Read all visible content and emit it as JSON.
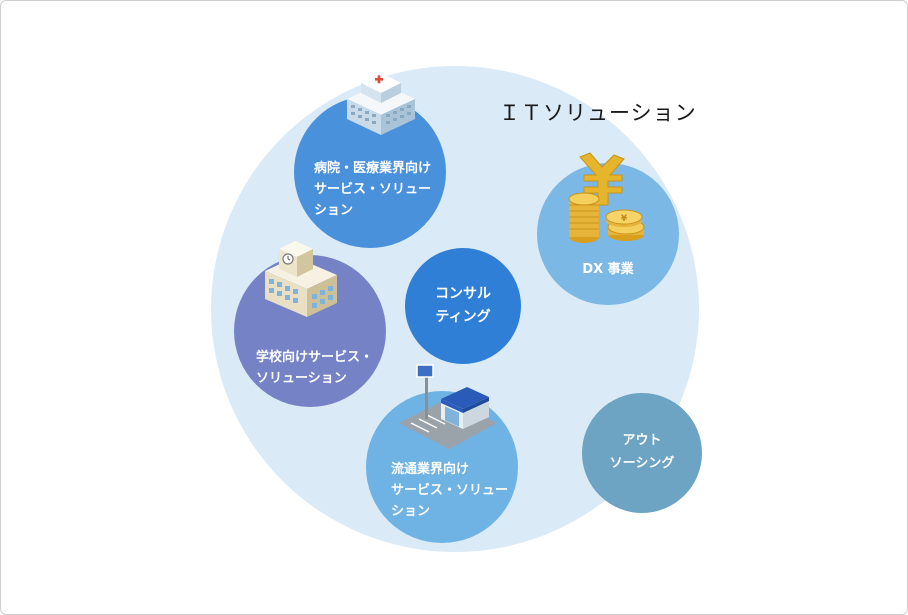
{
  "title": "ＩＴソリューション",
  "nodes": {
    "hospital": {
      "line1": "病院・医療業界向け",
      "line2": "サービス・ソリュー",
      "line3": "ション"
    },
    "school": {
      "line1": "学校向けサービス・",
      "line2": "ソリューション"
    },
    "consulting": {
      "line1": "コンサル",
      "line2": "ティング"
    },
    "retail": {
      "line1": "流通業界向け",
      "line2": "サービス・ソリュー",
      "line3": "ション"
    },
    "dx": {
      "line1": "DX 事業"
    },
    "outsourcing": {
      "line1": "アウト",
      "line2": "ソーシング"
    }
  },
  "colors": {
    "background_circle": "#dbeaf7",
    "hospital": "#4a91dc",
    "school": "#7583c6",
    "consulting": "#2f7fd6",
    "retail": "#6fb2e4",
    "dx": "#7cb8e6",
    "outsourcing": "#6da4c3"
  },
  "icons": [
    "hospital-building-icon",
    "school-building-icon",
    "convenience-store-icon",
    "yen-coins-icon"
  ]
}
